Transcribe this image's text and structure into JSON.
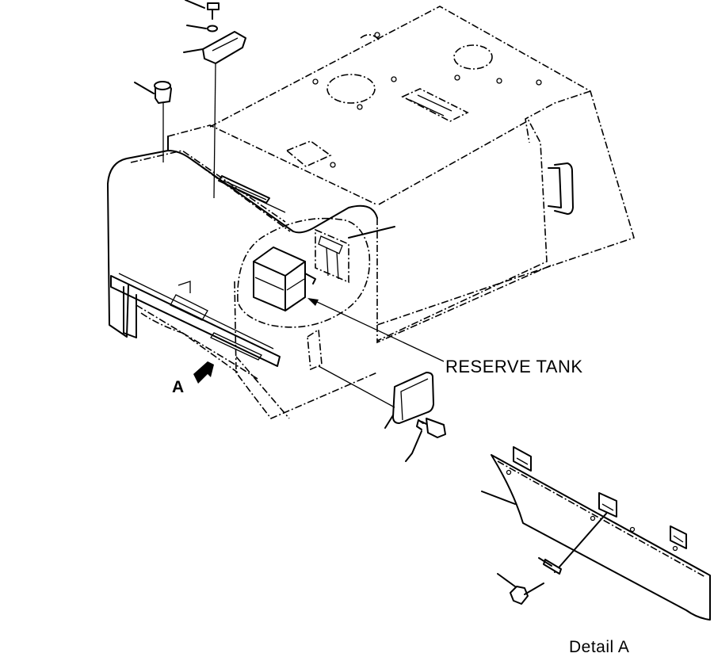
{
  "diagram": {
    "labels": {
      "reserve_tank": "RESERVE TANK",
      "view_arrow": "A",
      "detail": "Detail A"
    }
  }
}
